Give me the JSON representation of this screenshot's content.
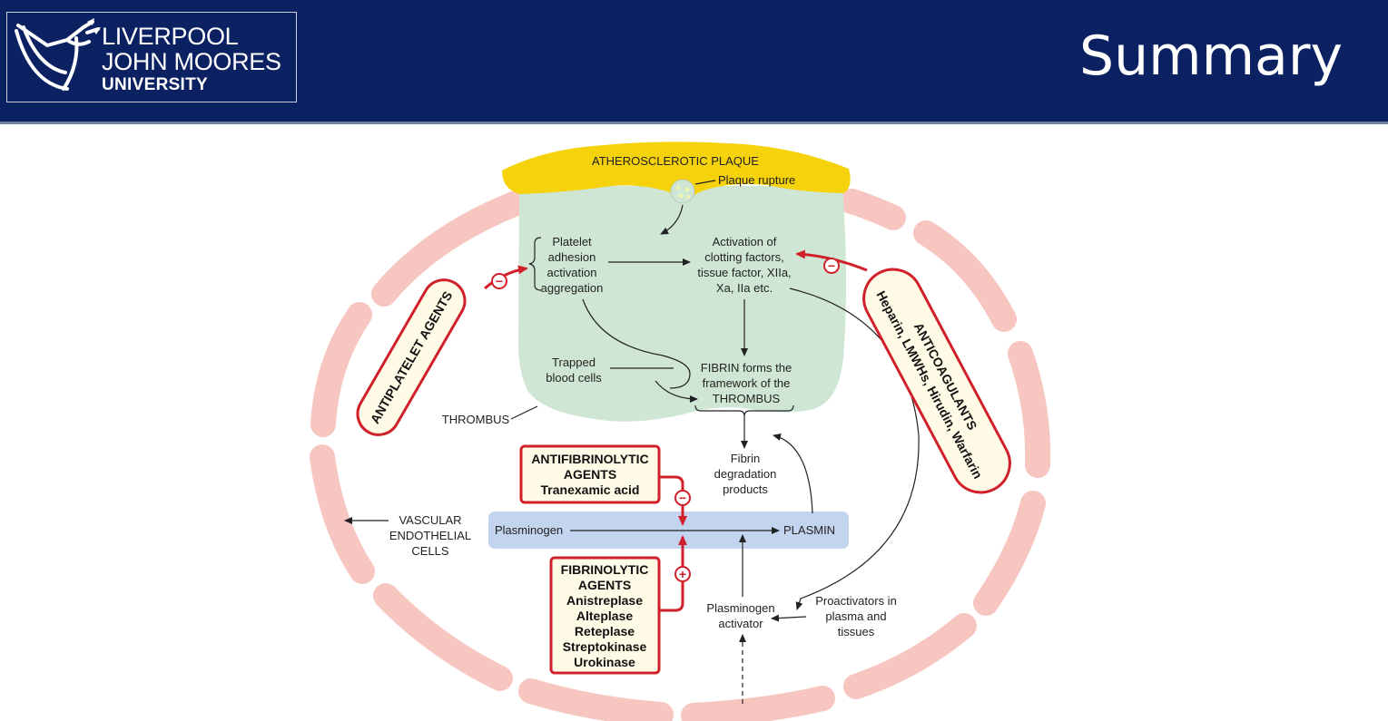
{
  "header": {
    "logo": {
      "line1": "LIVERPOOL",
      "line2": "JOHN MOORES",
      "line3": "UNIVERSITY"
    },
    "title": "Summary"
  },
  "diagram": {
    "plaque_label": "ATHEROSCLEROTIC PLAQUE",
    "plaque_rupture": "Plaque rupture",
    "platelet": [
      "Platelet",
      "adhesion",
      "activation",
      "aggregation"
    ],
    "clotting": [
      "Activation of",
      "clotting factors,",
      "tissue factor, XIIa,",
      "Xa, IIa etc."
    ],
    "trapped": [
      "Trapped",
      "blood cells"
    ],
    "fibrin": [
      "FIBRIN forms the",
      "framework of the",
      "THROMBUS"
    ],
    "thrombus_label": "THROMBUS",
    "fdp": [
      "Fibrin",
      "degradation",
      "products"
    ],
    "vascular": [
      "VASCULAR",
      "ENDOTHELIAL",
      "CELLS"
    ],
    "plasminogen": "Plasminogen",
    "plasmin": "PLASMIN",
    "plasminogen_activator": [
      "Plasminogen",
      "activator"
    ],
    "proactivators": [
      "Proactivators in",
      "plasma and",
      "tissues"
    ],
    "antiplatelet": "ANTIPLATELET AGENTS",
    "anticoagulants_title": "ANTICOAGULANTS",
    "anticoagulants_list": "Heparin, LMWHs, Hirudin, Warfarin",
    "antifibrinolytic": [
      "ANTIFIBRINOLYTIC",
      "AGENTS",
      "Tranexamic acid"
    ],
    "fibrinolytic": [
      "FIBRINOLYTIC",
      "AGENTS",
      "Anistreplase",
      "Alteplase",
      "Reteplase",
      "Streptokinase",
      "Urokinase"
    ],
    "inhibit_sign": "−",
    "promote_sign": "+"
  },
  "colors": {
    "header_bg": "#0b2161",
    "plaque": "#f5d20a",
    "thrombus": "#cfe6d4",
    "cells": "#f7c6c0",
    "plasmin_band": "#c3d5ee",
    "drug_red": "#d0202a",
    "drug_box_fill": "#fffbe6"
  }
}
